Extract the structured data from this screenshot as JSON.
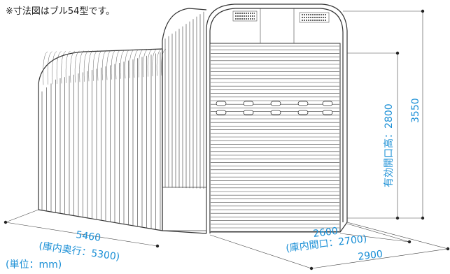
{
  "note": "※寸法図はブル54型です。",
  "unit_label": "(単位：mm)",
  "dimensions": {
    "depth_outer": "5460",
    "depth_inner": "(庫内奥行：5300)",
    "width_inner": "2600",
    "width_inner_label": "(庫内間口：2700)",
    "width_outer": "2900",
    "door_height_label": "有効開口高：2800",
    "total_height": "3550"
  }
}
